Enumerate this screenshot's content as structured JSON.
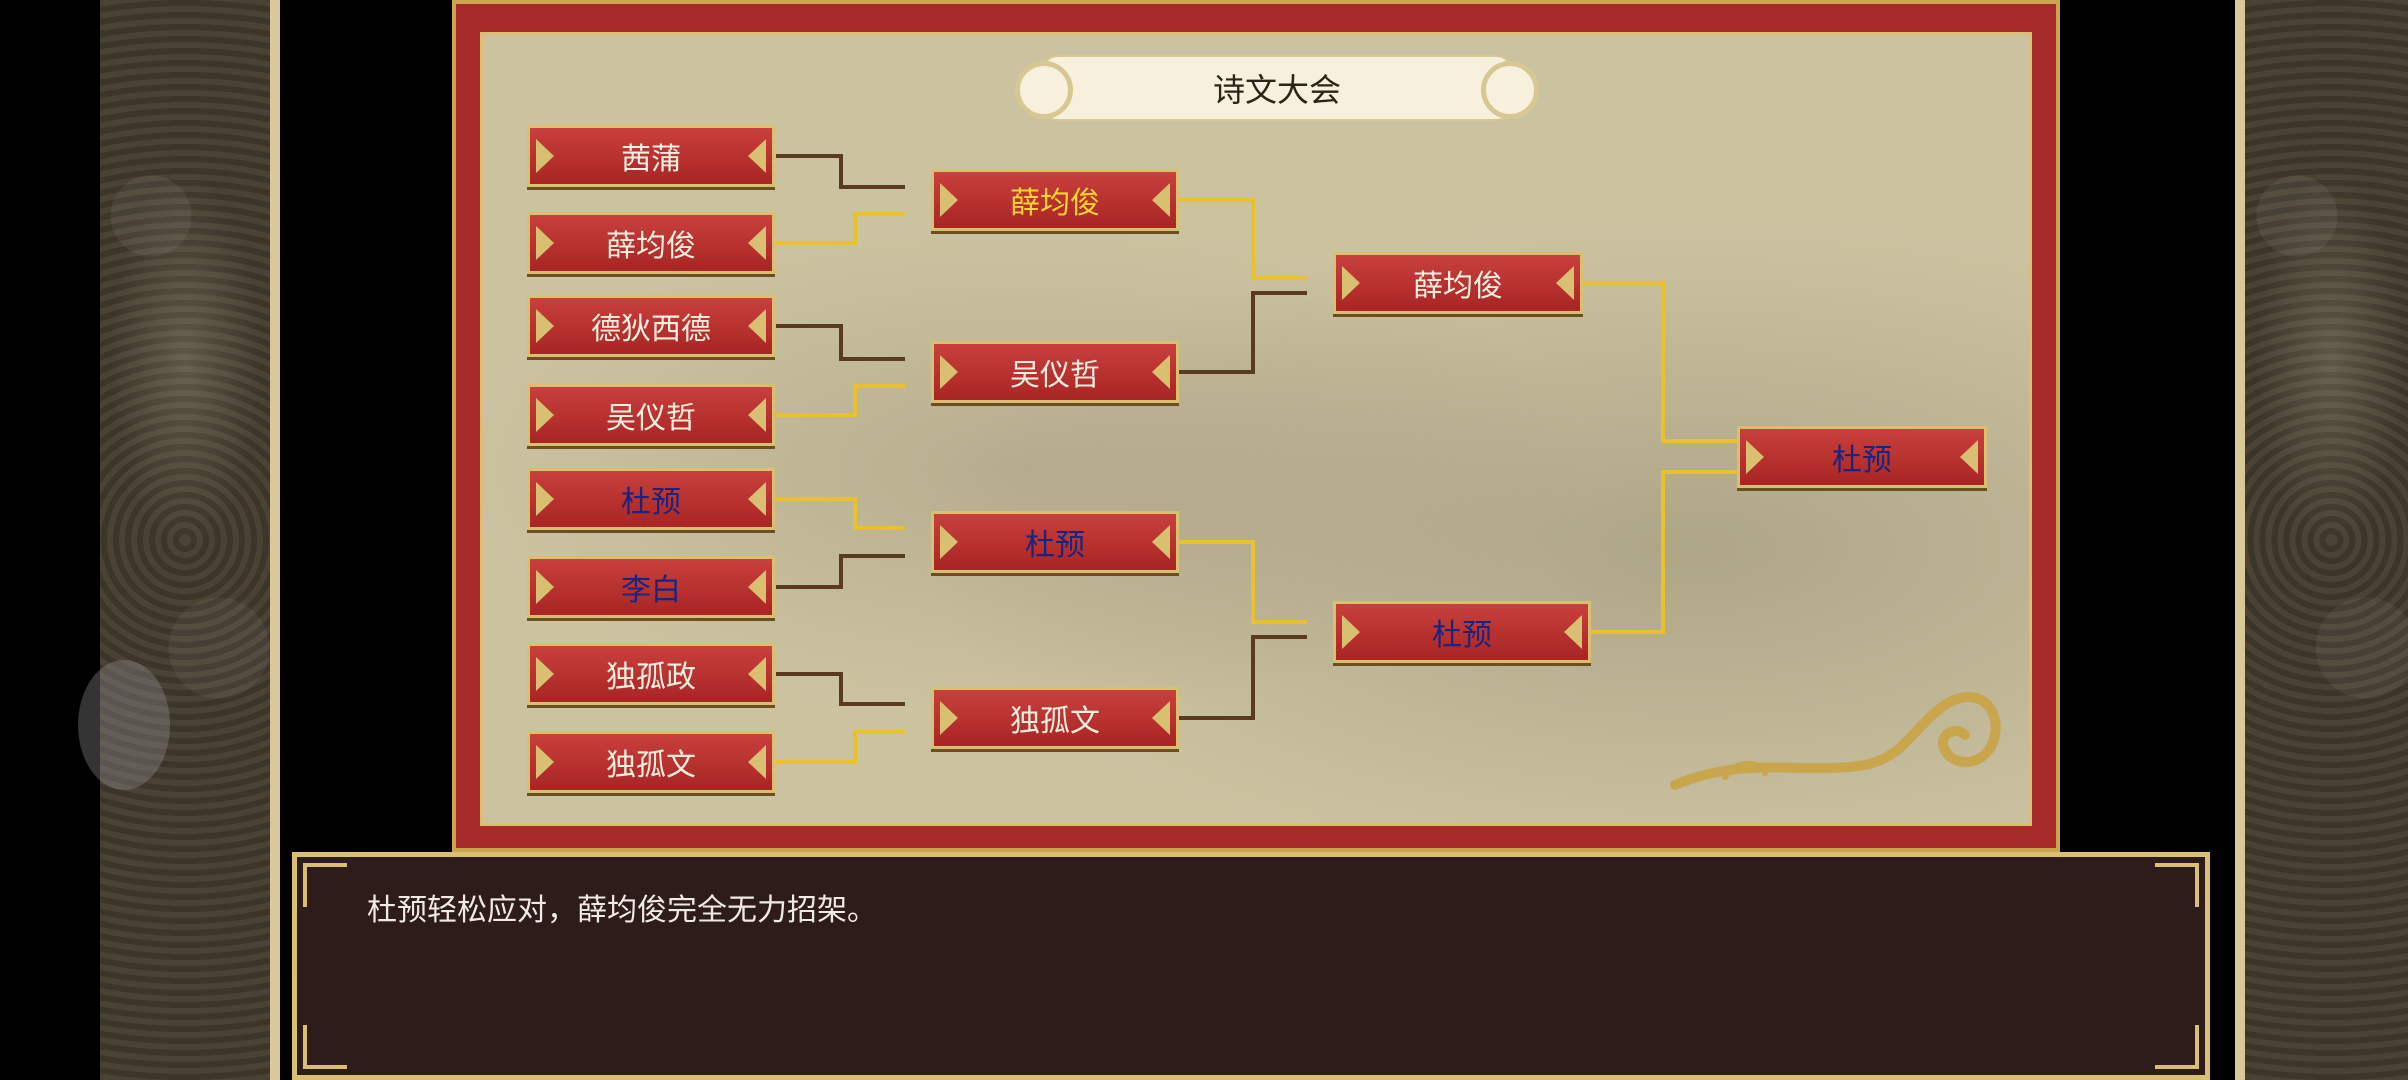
{
  "title": "诗文大会",
  "dialog_text": "杜预轻松应对，薛均俊完全无力招架。",
  "colors": {
    "winner_line": "#e8c12c",
    "loser_line": "#5a3b22",
    "gold_name": "#ffd530",
    "blue_name": "#1a237e",
    "plate_red": "#b3302e"
  },
  "round1": [
    "茜蒲",
    "薛均俊",
    "德狄西德",
    "吴仪哲",
    "杜预",
    "李白",
    "独孤政",
    "独孤文"
  ],
  "round2": [
    "薛均俊",
    "吴仪哲",
    "杜预",
    "独孤文"
  ],
  "round3": [
    "薛均俊",
    "杜预"
  ],
  "final": [
    "杜预"
  ]
}
